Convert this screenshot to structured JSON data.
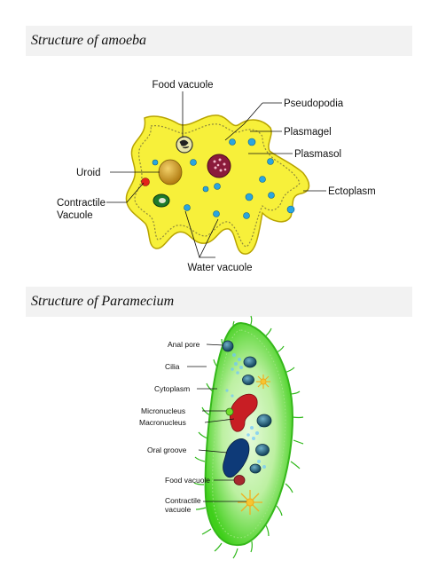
{
  "headings": {
    "amoeba": "Structure of amoeba",
    "paramecium": "Structure of Paramecium"
  },
  "amoeba": {
    "labels": {
      "food_vacuole": "Food vacuole",
      "pseudopodia": "Pseudopodia",
      "plasmagel": "Plasmagel",
      "plasmasol": "Plasmasol",
      "uroid": "Uroid",
      "contractile_vacuole_1": "Contractile",
      "contractile_vacuole_2": "Vacuole",
      "ectoplasm": "Ectoplasm",
      "water_vacuole": "Water vacuole"
    }
  },
  "paramecium": {
    "labels": {
      "anal_pore": "Anal pore",
      "cilia": "Cilia",
      "cytoplasm": "Cytoplasm",
      "micronucleus": "Micronucleus",
      "macronucleus": "Macronucleus",
      "oral_groove": "Oral groove",
      "food_vacuole": "Food vacuole",
      "contractile_vacuole_1": "Contractile",
      "contractile_vacuole_2": "vacuole"
    }
  },
  "colors": {
    "heading_bg": "#f2f2f2",
    "amoeba_body": "#f7f03a",
    "amoeba_outline": "#b8a400",
    "paramecium_body": "#5fdf30",
    "paramecium_core": "#c9f5b8",
    "vacuole_blue": "#29a6e0"
  }
}
